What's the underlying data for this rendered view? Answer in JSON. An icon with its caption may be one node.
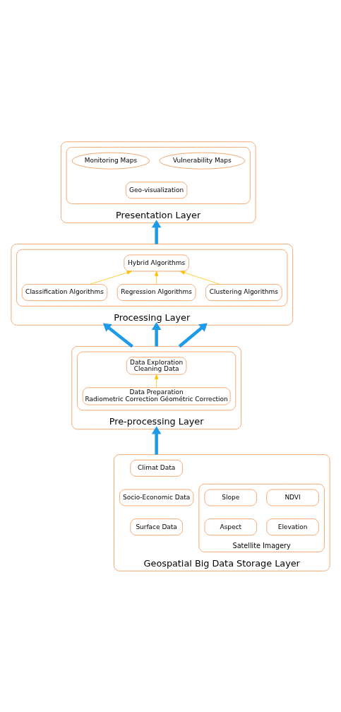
{
  "diagram": {
    "nodes": [
      {
        "text": [
          "Presentation Layer"
        ]
      },
      {
        "text": [],
        "shape": "box",
        "in": 0
      },
      {
        "text": [
          "Monitoring Maps"
        ],
        "in": 1
      },
      {
        "text": [
          "Vulnerability Maps"
        ],
        "in": 1
      },
      {
        "text": [
          "Geo-visualization"
        ],
        "in": 1
      },
      {
        "text": [
          "Processing Layer"
        ]
      },
      {
        "text": [],
        "shape": "box",
        "in": 5
      },
      {
        "text": [
          "Hybrid Algorithms"
        ],
        "in": 6
      },
      {
        "text": [
          "Classification Algorithms"
        ],
        "in": 6
      },
      {
        "text": [
          "Regression Algorithms"
        ],
        "in": 6
      },
      {
        "text": [
          "Clustering Algorithms"
        ],
        "in": 6
      },
      {
        "text": [
          "Pre-processing Layer"
        ]
      },
      {
        "text": [],
        "shape": "box",
        "in": 11
      },
      {
        "text": [
          "Data Exploration",
          "Cleaning Data"
        ],
        "in": 12
      },
      {
        "text": [
          "Data Preparation",
          "Radiometric Correction Géométric Correction"
        ],
        "in": 12
      },
      {
        "text": [
          "Geospatial Big Data Storage Layer"
        ]
      },
      {
        "text": [
          "Satellite Imagery"
        ],
        "in": 15
      },
      {
        "text": [
          "NDVI"
        ],
        "in": 16
      },
      {
        "text": [
          "Slope"
        ],
        "in": 16
      },
      {
        "text": [
          "Elevation"
        ],
        "in": 16
      },
      {
        "text": [
          "Aspect"
        ],
        "in": 16
      },
      {
        "text": [
          "Climat Data"
        ],
        "in": 15
      },
      {
        "text": [
          "Socio-Economic Data"
        ],
        "in": 15
      },
      {
        "text": [
          "Surface Data"
        ],
        "in": 15
      }
    ],
    "edges": [
      {
        "from": 5,
        "to": 0,
        "arrow": "to"
      },
      {
        "from": 8,
        "to": 7,
        "arrow": "to",
        "color": "#ffc000"
      },
      {
        "from": 9,
        "to": 7,
        "arrow": "to",
        "color": "#ffc000"
      },
      {
        "from": 10,
        "to": 7,
        "arrow": "to",
        "color": "#ffc000"
      },
      {
        "from": 11,
        "to": 5,
        "arrow": "to"
      },
      {
        "from": 11,
        "to": 5,
        "arrow": "to"
      },
      {
        "from": 11,
        "to": 5,
        "arrow": "to"
      },
      {
        "from": 14,
        "to": 13,
        "arrow": "to",
        "color": "#ffc000"
      },
      {
        "from": 15,
        "to": 11,
        "arrow": "to"
      }
    ]
  }
}
